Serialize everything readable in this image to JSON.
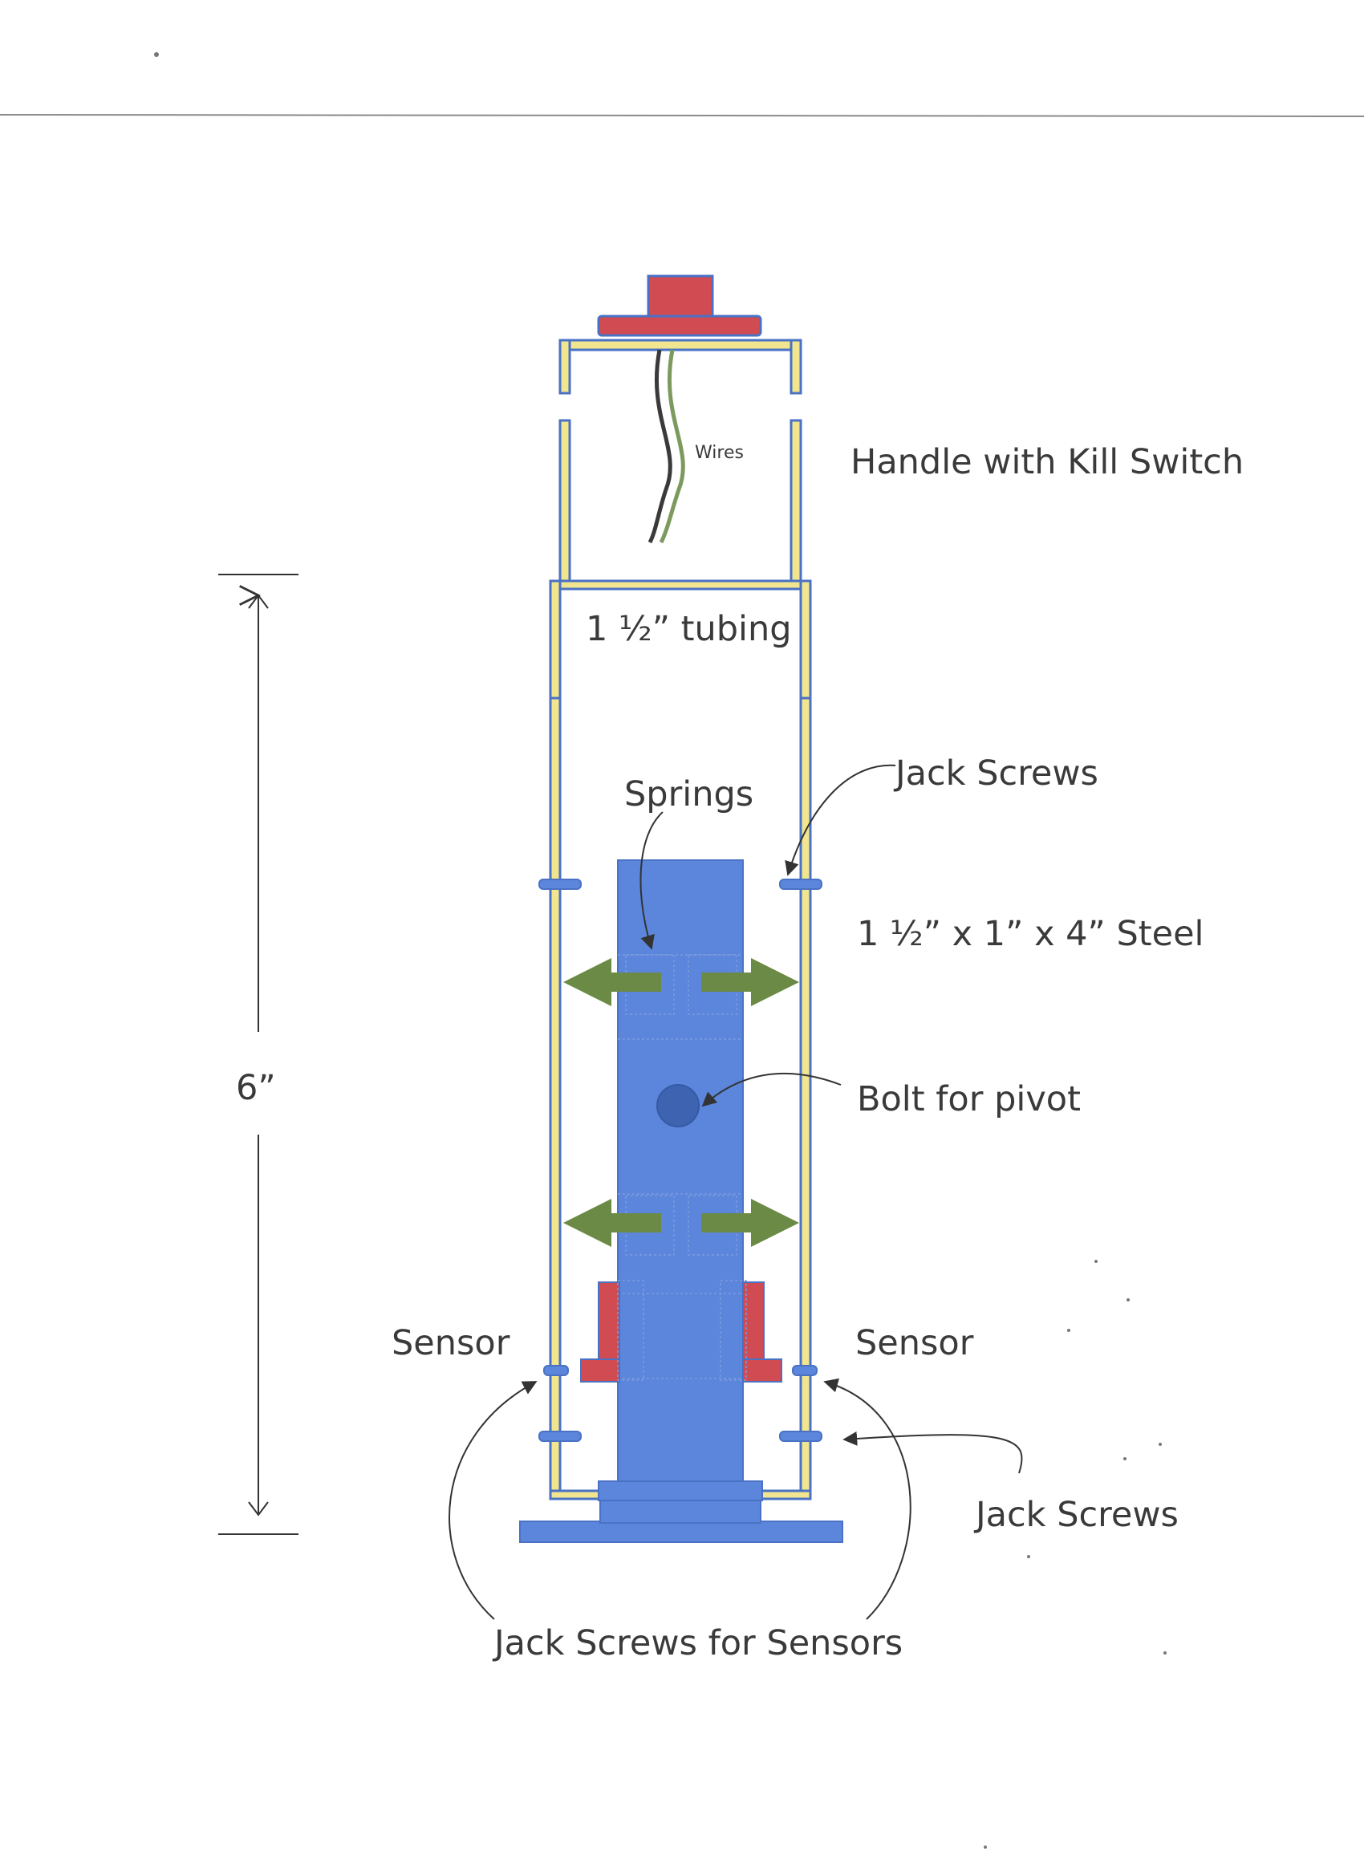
{
  "labels": {
    "wires": "Wires",
    "handle": "Handle with Kill Switch",
    "tubing": "1 ½” tubing",
    "jack_screws_top": "Jack Screws",
    "springs": "Springs",
    "steel": "1 ½” x 1”  x 4” Steel",
    "dimension": "6”",
    "bolt": "Bolt for pivot",
    "sensor_left": "Sensor",
    "sensor_right": "Sensor",
    "jack_screws_bottom": "Jack Screws",
    "jack_screws_sensors": "Jack Screws for Sensors"
  },
  "colors": {
    "tube_outline": "#4a72c4",
    "tube_fill": "#f1e58f",
    "block": "#5c86db",
    "block_edge": "#4a72c4",
    "red": "#d14b52",
    "arrow_green": "#6b8a45",
    "wire_dark": "#3a3a3a",
    "wire_green": "#7d9a5e",
    "text": "#3a3a3a",
    "bolt": "#3e63b0"
  },
  "icons": {
    "kill_switch": "kill-switch-icon",
    "spring_arrow": "double-arrow-icon",
    "bolt": "bolt-circle-icon"
  }
}
